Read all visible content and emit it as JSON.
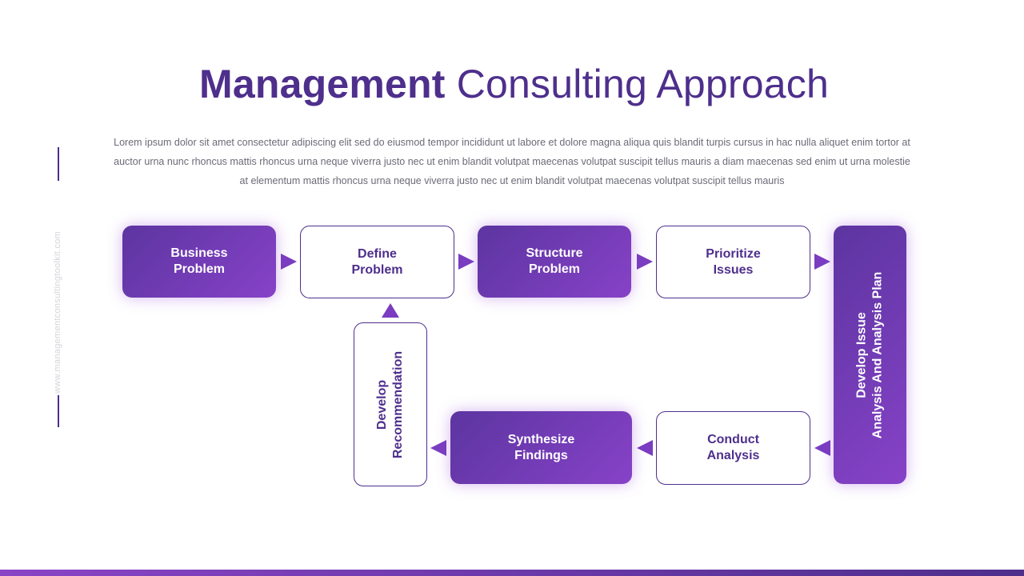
{
  "title": {
    "bold": "Management",
    "regular": "Consulting Approach"
  },
  "intro": "Lorem ipsum dolor sit amet consectetur adipiscing elit sed do eiusmod tempor incididunt ut labore et dolore magna aliqua quis blandit turpis cursus in hac nulla aliquet enim tortor at auctor urna nunc rhoncus mattis rhoncus urna neque viverra justo nec ut enim blandit volutpat maecenas volutpat suscipit tellus mauris a diam maecenas sed enim ut urna molestie at elementum mattis rhoncus urna neque viverra justo nec ut enim blandit volutpat maecenas volutpat suscipit tellus mauris",
  "side_text": "www.managementconsultingtoolkit.com",
  "steps": [
    {
      "label": "Business\nProblem"
    },
    {
      "label": "Define\nProblem"
    },
    {
      "label": "Structure\nProblem"
    },
    {
      "label": "Prioritize\nIssues"
    },
    {
      "label": "Develop Issue\nAnalysis And Analysis Plan"
    },
    {
      "label": "Conduct\nAnalysis"
    },
    {
      "label": "Synthesize\nFindings"
    },
    {
      "label": "Develop\nRecommendation"
    }
  ],
  "colors": {
    "primary": "#4e2f8c",
    "accent": "#8742c8",
    "arrow": "#7a3cc0",
    "text_gray": "#6b6b78"
  },
  "icons": [
    "arrow-right-icon",
    "arrow-left-icon",
    "arrow-up-icon"
  ]
}
